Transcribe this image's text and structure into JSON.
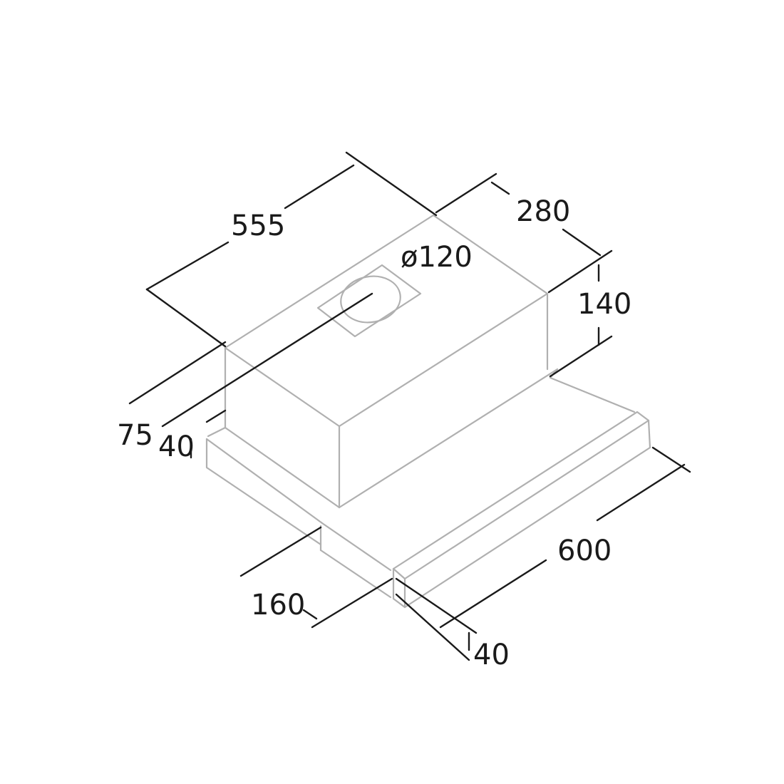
{
  "dimensions": {
    "depth_top": "555",
    "width_top": "280",
    "duct_diameter": "ø120",
    "body_height": "140",
    "side_offset": "75",
    "side_height": "40",
    "front_depth": "160",
    "overall_width": "600",
    "front_height": "40"
  },
  "colors": {
    "outline": "#b0b0b0",
    "dimension_line": "#1a1a1a",
    "background": "#ffffff"
  }
}
